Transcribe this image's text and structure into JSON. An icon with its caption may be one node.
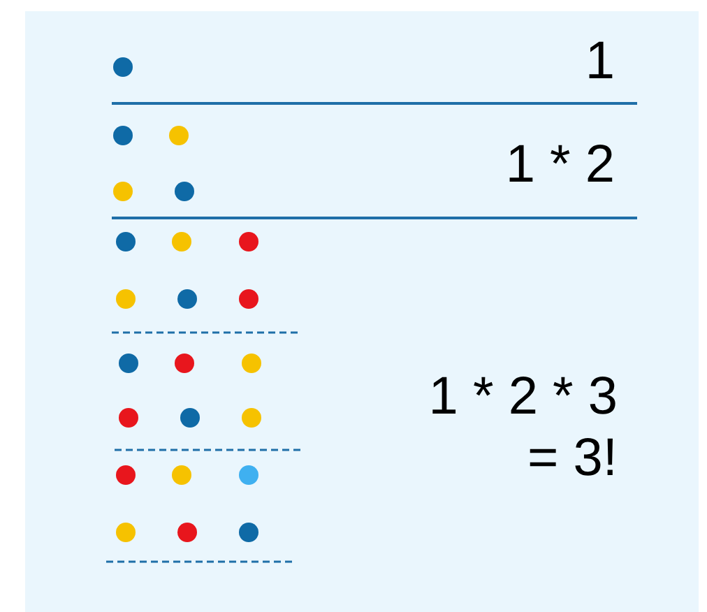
{
  "diagram": {
    "labels": [
      "1",
      "1 * 2",
      "1 * 2 * 3 = 3!"
    ]
  }
}
